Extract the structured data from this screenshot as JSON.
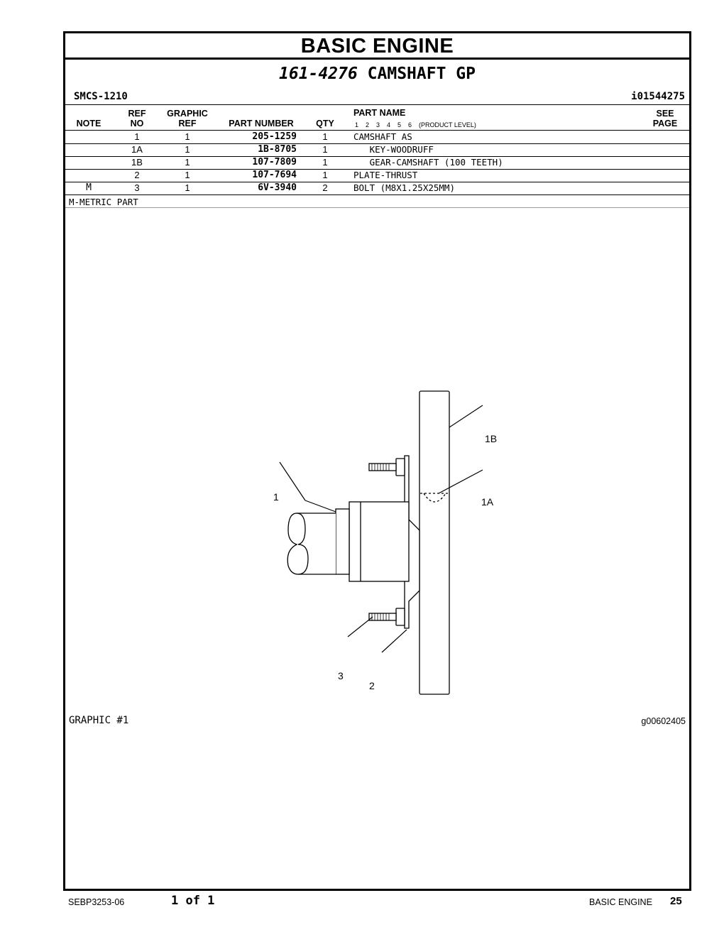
{
  "header": {
    "section_title": "BASIC ENGINE",
    "group_number": "161-4276",
    "group_name": "CAMSHAFT GP",
    "smcs": "SMCS-1210",
    "illustration_id": "i01544275"
  },
  "columns": {
    "note": "NOTE",
    "ref_no_1": "REF",
    "ref_no_2": "NO",
    "graphic_ref_1": "GRAPHIC",
    "graphic_ref_2": "REF",
    "part_number": "PART NUMBER",
    "qty": "QTY",
    "part_name": "PART NAME",
    "product_levels": "1    2    3    4    5    6    (PRODUCT LEVEL)",
    "see_page_1": "SEE",
    "see_page_2": "PAGE"
  },
  "parts": [
    {
      "note": "",
      "ref": "1",
      "graphic_ref": "1",
      "part_number": "205-1259",
      "qty": "1",
      "name": "CAMSHAFT AS"
    },
    {
      "note": "",
      "ref": "1A",
      "graphic_ref": "1",
      "part_number": "1B-8705",
      "qty": "1",
      "name": "   KEY-WOODRUFF"
    },
    {
      "note": "",
      "ref": "1B",
      "graphic_ref": "1",
      "part_number": "107-7809",
      "qty": "1",
      "name": "   GEAR-CAMSHAFT (100 TEETH)"
    },
    {
      "note": "",
      "ref": "2",
      "graphic_ref": "1",
      "part_number": "107-7694",
      "qty": "1",
      "name": "PLATE-THRUST"
    },
    {
      "note": "M",
      "ref": "3",
      "graphic_ref": "1",
      "part_number": "6V-3940",
      "qty": "2",
      "name": "BOLT (M8X1.25X25MM)"
    }
  ],
  "notes": {
    "metric": "M-METRIC PART"
  },
  "graphic": {
    "label": "GRAPHIC #1",
    "id": "g00602405",
    "callouts": {
      "c1": "1",
      "c1a": "1A",
      "c1b": "1B",
      "c2": "2",
      "c3": "3"
    }
  },
  "footer": {
    "doc_number": "SEBP3253-06",
    "pages": "1 of 1",
    "section": "BASIC ENGINE",
    "page_number": "25"
  }
}
